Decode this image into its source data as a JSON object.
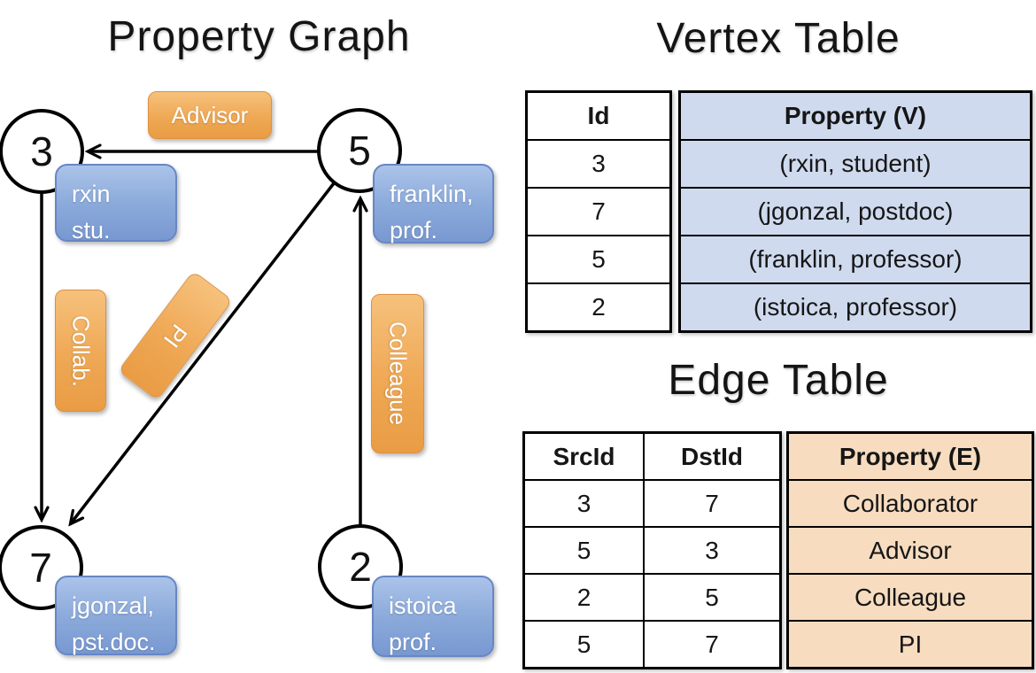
{
  "graph": {
    "title": "Property Graph",
    "nodes": [
      {
        "id": "3",
        "prop_line1": "rxin",
        "prop_line2": "stu."
      },
      {
        "id": "5",
        "prop_line1": "franklin,",
        "prop_line2": "prof."
      },
      {
        "id": "7",
        "prop_line1": "jgonzal,",
        "prop_line2": "pst.doc."
      },
      {
        "id": "2",
        "prop_line1": "istoica",
        "prop_line2": "prof."
      }
    ],
    "edge_labels": {
      "advisor": "Advisor",
      "collab": "Collab.",
      "pi": "PI",
      "colleague": "Colleague"
    }
  },
  "vertex_table": {
    "title": "Vertex Table",
    "columns": {
      "id": "Id",
      "property": "Property (V)"
    },
    "rows": [
      {
        "id": "3",
        "property": "(rxin, student)"
      },
      {
        "id": "7",
        "property": "(jgonzal, postdoc)"
      },
      {
        "id": "5",
        "property": "(franklin, professor)"
      },
      {
        "id": "2",
        "property": "(istoica, professor)"
      }
    ]
  },
  "edge_table": {
    "title": "Edge Table",
    "columns": {
      "src": "SrcId",
      "dst": "DstId",
      "property": "Property (E)"
    },
    "rows": [
      {
        "src": "3",
        "dst": "7",
        "property": "Collaborator"
      },
      {
        "src": "5",
        "dst": "3",
        "property": "Advisor"
      },
      {
        "src": "2",
        "dst": "5",
        "property": "Colleague"
      },
      {
        "src": "5",
        "dst": "7",
        "property": "PI"
      }
    ]
  },
  "colors": {
    "edge_label_fill_top": "#f6c17c",
    "edge_label_fill_bottom": "#e99c44",
    "edge_label_border": "#dd9040",
    "vertex_label_fill_top": "#abc3e9",
    "vertex_label_fill_bottom": "#7898d1",
    "vertex_label_border": "#6787c5",
    "vertex_property_column_fill": "#cfdaee",
    "edge_property_column_fill": "#f7dcc0",
    "table_border": "#000000",
    "arrow_stroke": "#000000"
  }
}
